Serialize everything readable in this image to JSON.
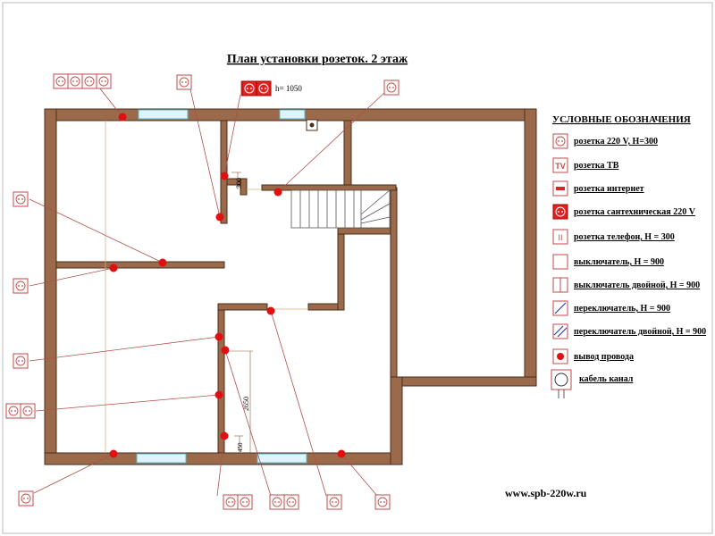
{
  "title": "План установки розеток.  2 этаж",
  "height_label": "h= 1050",
  "dimensions": {
    "d300": "300",
    "d2650": "2650",
    "d450": "450"
  },
  "legend": {
    "heading": "УСЛОВНЫЕ ОБОЗНАЧЕНИЯ",
    "items": [
      {
        "icon": "socket-220-icon",
        "label": "розетка 220 V, H=300"
      },
      {
        "icon": "tv-socket-icon",
        "label": "розетка ТВ"
      },
      {
        "icon": "internet-socket-icon",
        "label": "розетка интернет"
      },
      {
        "icon": "sanitary-socket-icon",
        "label": "розетка сантехническая 220 V"
      },
      {
        "icon": "phone-socket-icon",
        "label": "розетка телефон, H = 300"
      },
      {
        "icon": "switch-icon",
        "label": "выключатель, H = 900"
      },
      {
        "icon": "double-switch-icon",
        "label": "выключатель двойной, H = 900"
      },
      {
        "icon": "toggle-switch-icon",
        "label": "переключатель, H = 900"
      },
      {
        "icon": "double-toggle-switch-icon",
        "label": "переключатель двойной, H = 900"
      },
      {
        "icon": "wire-outlet-icon",
        "label": "вывод провода"
      },
      {
        "icon": "cable-channel-icon",
        "label": "кабель канал"
      }
    ],
    "icon_text": {
      "tv": "TV",
      "phone": "II"
    }
  },
  "website": "www.spb-220w.ru",
  "colors": {
    "wall": "#9a6a4a",
    "accent": "#e01010",
    "socket": "#c34a4a",
    "window": "#dff4fa"
  }
}
